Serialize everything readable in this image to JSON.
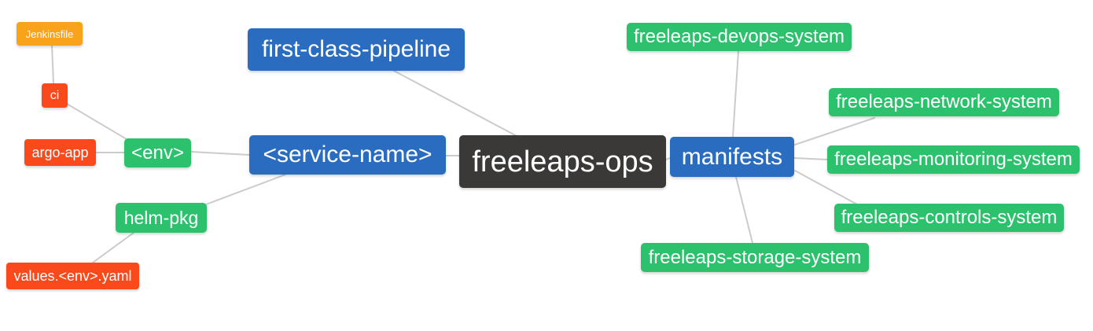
{
  "diagram": {
    "type": "mindmap",
    "root": "freeleaps-ops",
    "colors": {
      "node_blue": "#2a6dc0",
      "node_green": "#2bc16d",
      "node_red_orange": "#fa4a1c",
      "node_amber": "#f9a21c",
      "node_dark": "#3b3838",
      "edge_gray": "#cbcbcb",
      "node_text": "#ffffff",
      "background": "#ffffff"
    },
    "nodes": {
      "freeleaps_ops": {
        "label": "freeleaps-ops",
        "color": "dark"
      },
      "first_class_pipeline": {
        "label": "first-class-pipeline",
        "color": "blue"
      },
      "service_name": {
        "label": "<service-name>",
        "color": "blue"
      },
      "manifests": {
        "label": "manifests",
        "color": "blue"
      },
      "env": {
        "label": "<env>",
        "color": "green"
      },
      "helm_pkg": {
        "label": "helm-pkg",
        "color": "green"
      },
      "ci": {
        "label": "ci",
        "color": "red"
      },
      "argo_app": {
        "label": "argo-app",
        "color": "red"
      },
      "jenkinsfile": {
        "label": "Jenkinsfile",
        "color": "amber"
      },
      "values_env_yaml": {
        "label": "values.<env>.yaml",
        "color": "red"
      },
      "devops_system": {
        "label": "freeleaps-devops-system",
        "color": "green"
      },
      "network_system": {
        "label": "freeleaps-network-system",
        "color": "green"
      },
      "monitoring_system": {
        "label": "freeleaps-monitoring-system",
        "color": "green"
      },
      "controls_system": {
        "label": "freeleaps-controls-system",
        "color": "green"
      },
      "storage_system": {
        "label": "freeleaps-storage-system",
        "color": "green"
      }
    },
    "edges": [
      {
        "from": "jenkinsfile",
        "to": "ci"
      },
      {
        "from": "ci",
        "to": "env"
      },
      {
        "from": "argo_app",
        "to": "env"
      },
      {
        "from": "env",
        "to": "service_name"
      },
      {
        "from": "helm_pkg",
        "to": "service_name"
      },
      {
        "from": "values_env_yaml",
        "to": "helm_pkg"
      },
      {
        "from": "first_class_pipeline",
        "to": "freeleaps_ops"
      },
      {
        "from": "service_name",
        "to": "freeleaps_ops"
      },
      {
        "from": "freeleaps_ops",
        "to": "manifests"
      },
      {
        "from": "manifests",
        "to": "devops_system"
      },
      {
        "from": "manifests",
        "to": "network_system"
      },
      {
        "from": "manifests",
        "to": "monitoring_system"
      },
      {
        "from": "manifests",
        "to": "controls_system"
      },
      {
        "from": "manifests",
        "to": "storage_system"
      }
    ]
  }
}
